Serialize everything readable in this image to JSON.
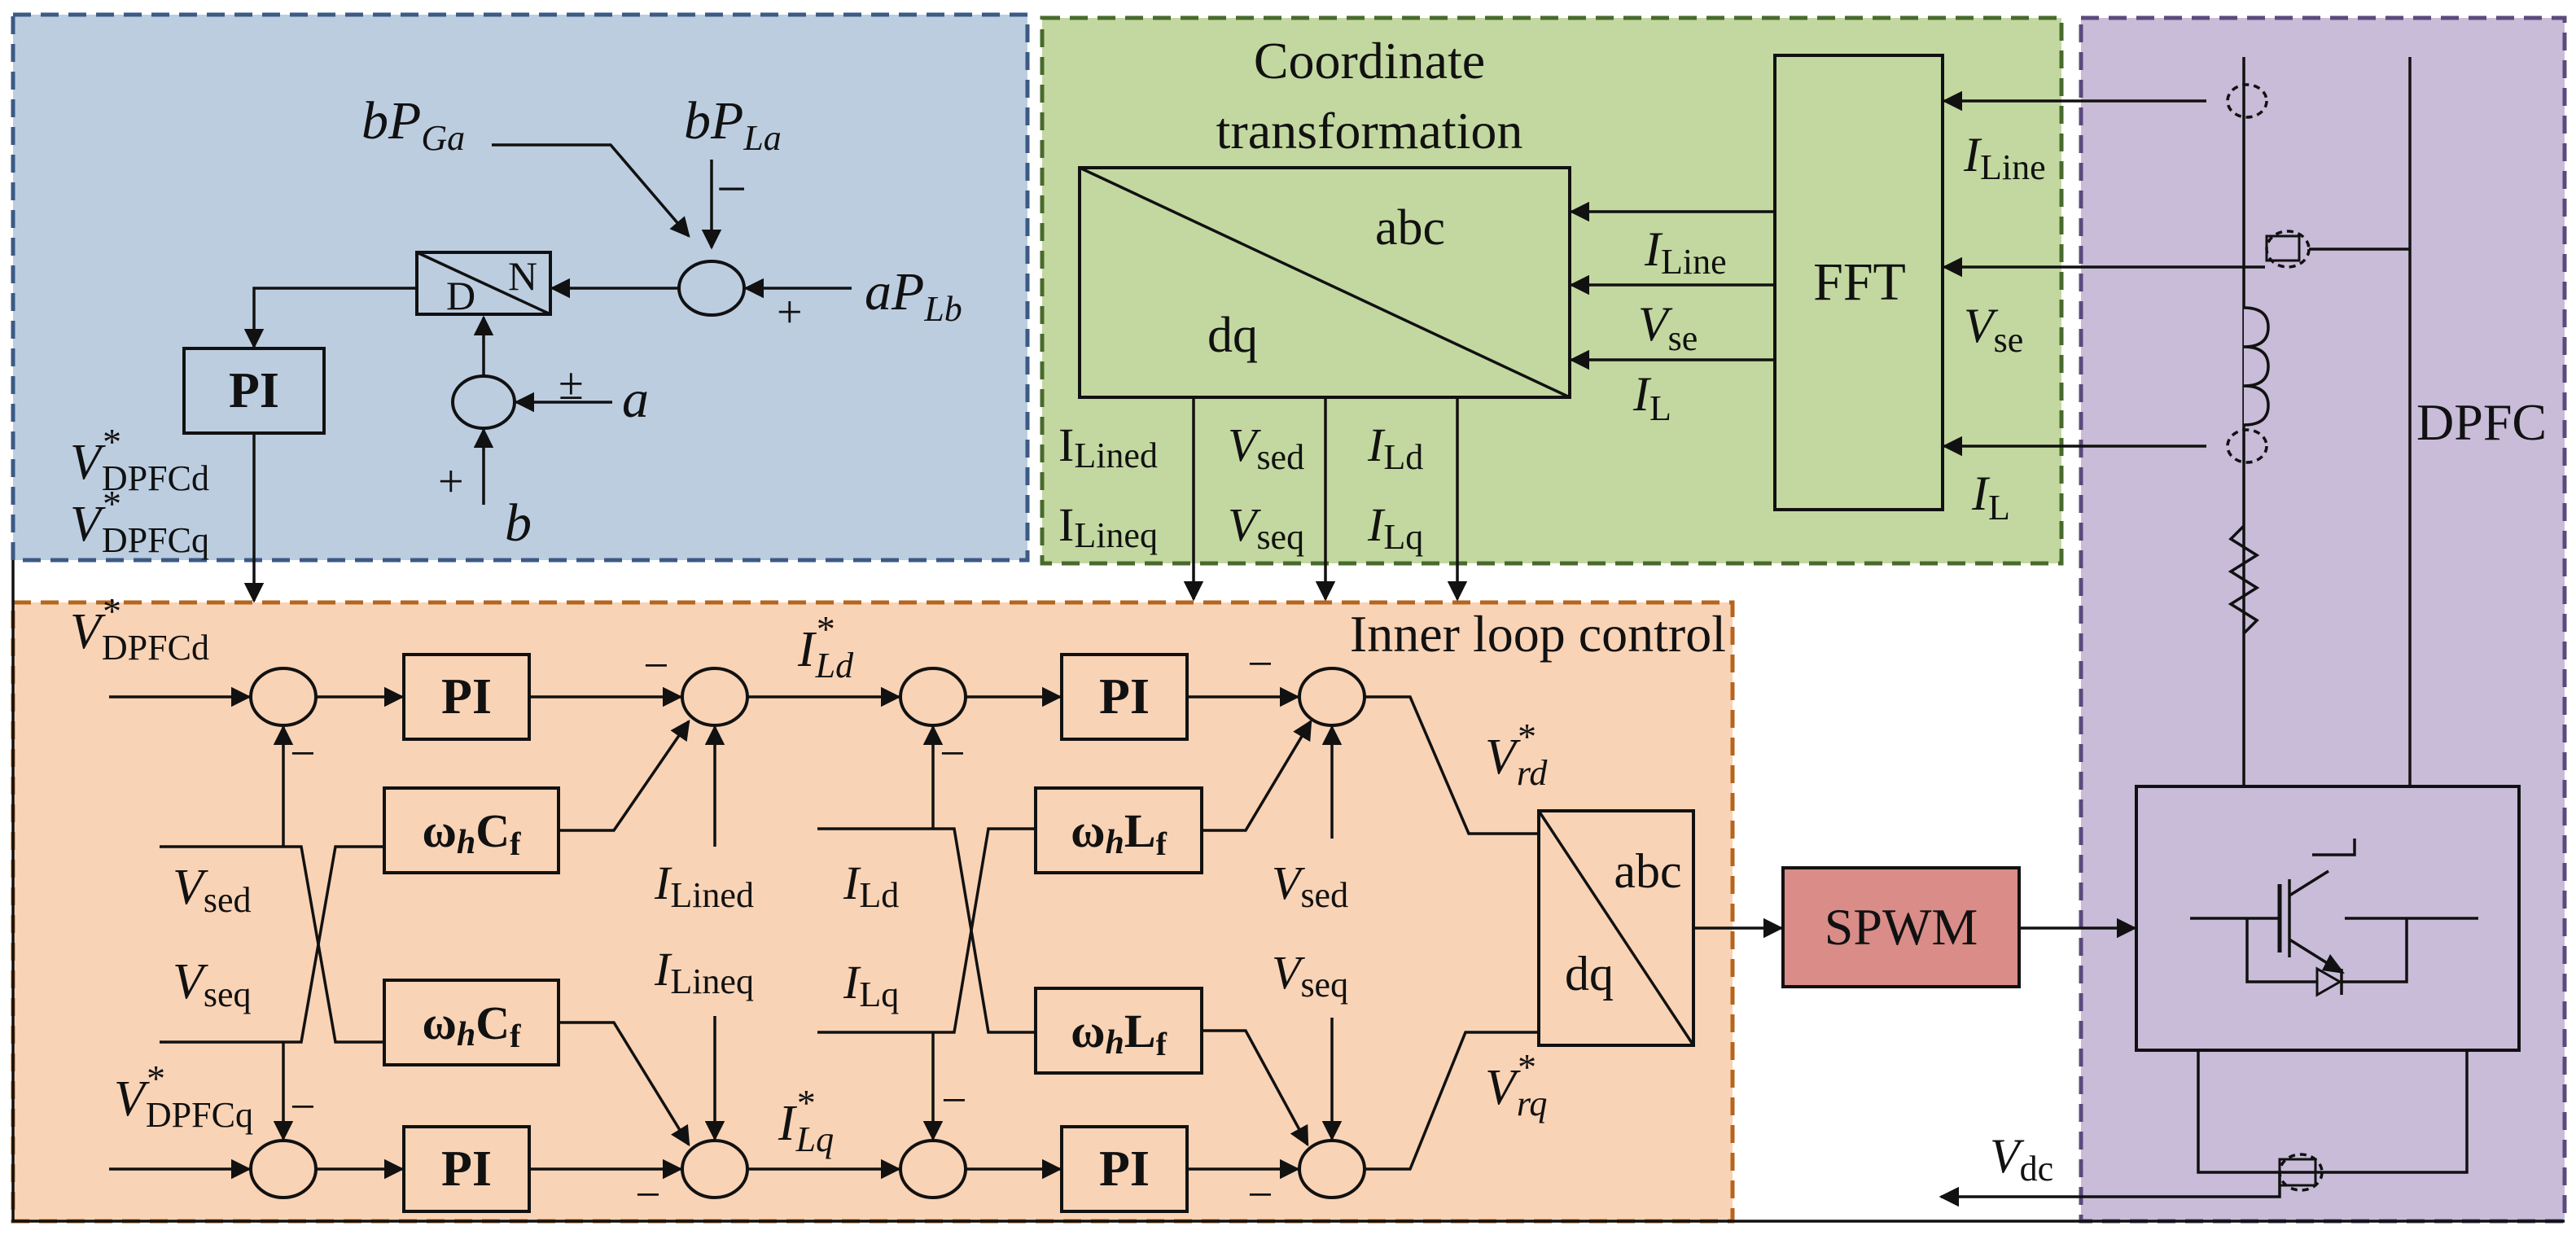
{
  "regions": {
    "top_left": "",
    "coordinate": [
      "Coordinate",
      "transformation"
    ],
    "inner_loop": "Inner loop control",
    "dpfc": "DPFC"
  },
  "colors": {
    "blue": "#bccde0",
    "green": "#c3d8a0",
    "orange": "#f9d3b5",
    "purple": "#c8bcd9",
    "spwm": "#d98c88",
    "coordinate_title": "#70ad47",
    "inner_loop_title": "#ed7d31",
    "dpfc_title": "#7c5fa8"
  },
  "power_control": {
    "in_bpga": {
      "main": "bP",
      "sub": "Ga"
    },
    "in_bpla": {
      "main": "bP",
      "sub": "La"
    },
    "in_aplb": {
      "main": "aP",
      "sub": "Lb"
    },
    "in_a": "a",
    "in_b": "b",
    "sign_plus": "+",
    "sign_minus": "−",
    "sign_pm": "±",
    "divider_d": "D",
    "divider_n": "N",
    "pi": "PI",
    "out_d": {
      "main": "V",
      "sup": "*",
      "sub": "DPFCd"
    },
    "out_q": {
      "main": "V",
      "sup": "*",
      "sub": "DPFCq"
    }
  },
  "coordinate_block": {
    "abc": "abc",
    "dq": "dq",
    "in_iline": {
      "main": "I",
      "sub": "Line"
    },
    "in_vse": {
      "main": "V",
      "sub": "se"
    },
    "in_il": {
      "main": "I",
      "sub": "L"
    },
    "out_ilined": "I",
    "out_ilined_sub": "Lined",
    "out_ilineq": "I",
    "out_ilineq_sub": "Lineq",
    "out_vsed": {
      "main": "V",
      "sub": "sed"
    },
    "out_vseq": {
      "main": "V",
      "sub": "seq"
    },
    "out_ild": {
      "main": "I",
      "sub": "Ld"
    },
    "out_ilq": {
      "main": "I",
      "sub": "Lq"
    },
    "fft": "FFT",
    "right_iline": {
      "main": "I",
      "sub": "Line"
    },
    "right_vse": {
      "main": "V",
      "sub": "se"
    },
    "right_il": {
      "main": "I",
      "sub": "L"
    }
  },
  "inner_loop": {
    "ref_d": {
      "main": "V",
      "sup": "*",
      "sub": "DPFCd"
    },
    "ref_q": {
      "main": "V",
      "sup": "*",
      "sub": "DPFCq"
    },
    "pi": "PI",
    "wc_main": "ω",
    "wc_h": "h",
    "wc_c": "C",
    "wc_f": "f",
    "wl_l": "L",
    "vsed": {
      "main": "V",
      "sub": "sed"
    },
    "vseq": {
      "main": "V",
      "sub": "seq"
    },
    "ilined": {
      "main": "I",
      "sub": "Lined"
    },
    "ilineq": {
      "main": "I",
      "sub": "Lineq"
    },
    "ild_ref": {
      "main": "I",
      "sup": "*",
      "sub": "Ld"
    },
    "ilq_ref": {
      "main": "I",
      "sup": "*",
      "sub": "Lq"
    },
    "ild": {
      "main": "I",
      "sub": "Ld"
    },
    "ilq": {
      "main": "I",
      "sub": "Lq"
    },
    "vrd": {
      "main": "V",
      "sup": "*",
      "sub": "rd"
    },
    "vrq": {
      "main": "V",
      "sup": "*",
      "sub": "rq"
    },
    "minus": "−",
    "abc": "abc",
    "dq": "dq",
    "spwm": "SPWM"
  },
  "dpfc": {
    "vdc": {
      "main": "V",
      "sub": "dc"
    }
  }
}
